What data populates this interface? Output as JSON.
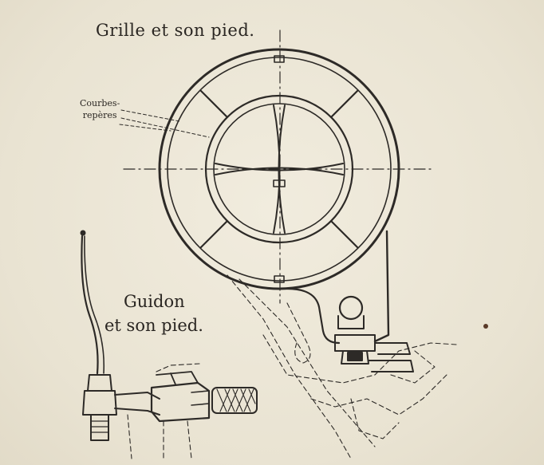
{
  "labels": {
    "grille_title": "Grille et son pied.",
    "courbes_line1": "Courbes-",
    "courbes_line2": "repères",
    "guidon_line1": "Guidon",
    "guidon_line2": "et son pied."
  },
  "colors": {
    "paper": "#ebe6d6",
    "ink": "#2d2a27"
  }
}
